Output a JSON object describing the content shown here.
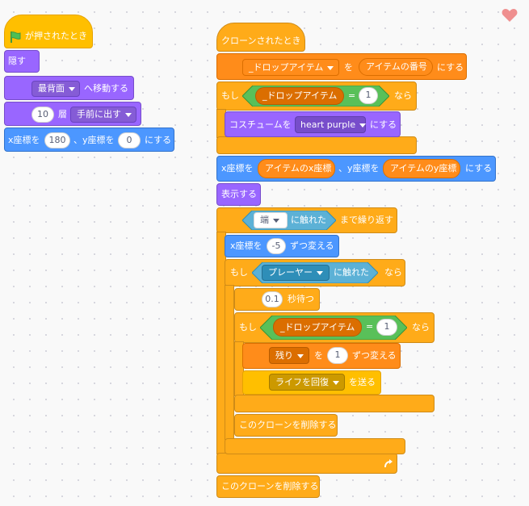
{
  "colors": {
    "events": "#ffbf00",
    "control": "#ffab19",
    "looks": "#9966ff",
    "motion": "#4c97ff",
    "variables": "#ff8c1a",
    "sensing": "#5cb1d6",
    "operators": "#59c059",
    "flag": "#4cbf56",
    "heart": "#ef8f8f"
  },
  "icons": {
    "flag": "green-flag-icon",
    "repeat_arrow": "loop-arrow-icon",
    "heart": "heart-icon",
    "dropdown": "chevron-down-icon"
  },
  "script1": {
    "hat": {
      "label": "が押されたとき"
    },
    "hide": {
      "label": "隠す"
    },
    "goto_layer": {
      "menu": "最背面",
      "label": "へ移動する"
    },
    "go_layers": {
      "value": "10",
      "unit": "層",
      "menu": "手前に出す"
    },
    "goto_xy": {
      "x_label": "x座標を",
      "x_value": "180",
      "sep": "、y座標を",
      "y_value": "0",
      "suffix": "にする"
    }
  },
  "script2": {
    "hat": {
      "label": "クローンされたとき"
    },
    "set_var": {
      "var_name": "_ドロップアイテム",
      "to": "を",
      "reporter": "アイテムの番号",
      "suffix": "にする"
    },
    "if1": {
      "if": "もし",
      "var": "_ドロップアイテム",
      "op": "=",
      "value": "1",
      "then": "なら",
      "costume_label": "コスチュームを",
      "costume_value": "heart purple",
      "costume_suffix": "にする"
    },
    "goto_xy": {
      "x_label": "x座標を",
      "x_reporter": "アイテムのx座標",
      "sep": "、y座標を",
      "y_reporter": "アイテムのy座標",
      "suffix": "にする"
    },
    "show": {
      "label": "表示する"
    },
    "repeat_until": {
      "menu": "端",
      "touching": "に触れた",
      "label": "まで繰り返す",
      "change_x_label": "x座標を",
      "change_x_value": "-5",
      "change_x_suffix": "ずつ変える"
    },
    "if2": {
      "if": "もし",
      "menu": "プレーヤー",
      "touching": "に触れた",
      "then": "なら",
      "wait_value": "0.1",
      "wait_label": "秒待つ"
    },
    "if3": {
      "if": "もし",
      "var": "_ドロップアイテム",
      "op": "=",
      "value": "1",
      "then": "なら",
      "change_var_menu": "残り",
      "change_var_by": "を",
      "change_var_value": "1",
      "change_var_suffix": "ずつ変える",
      "broadcast_menu": "ライフを回復",
      "broadcast_suffix": "を送る"
    },
    "delete_inner": {
      "label": "このクローンを削除する"
    },
    "delete_outer": {
      "label": "このクローンを削除する"
    }
  }
}
